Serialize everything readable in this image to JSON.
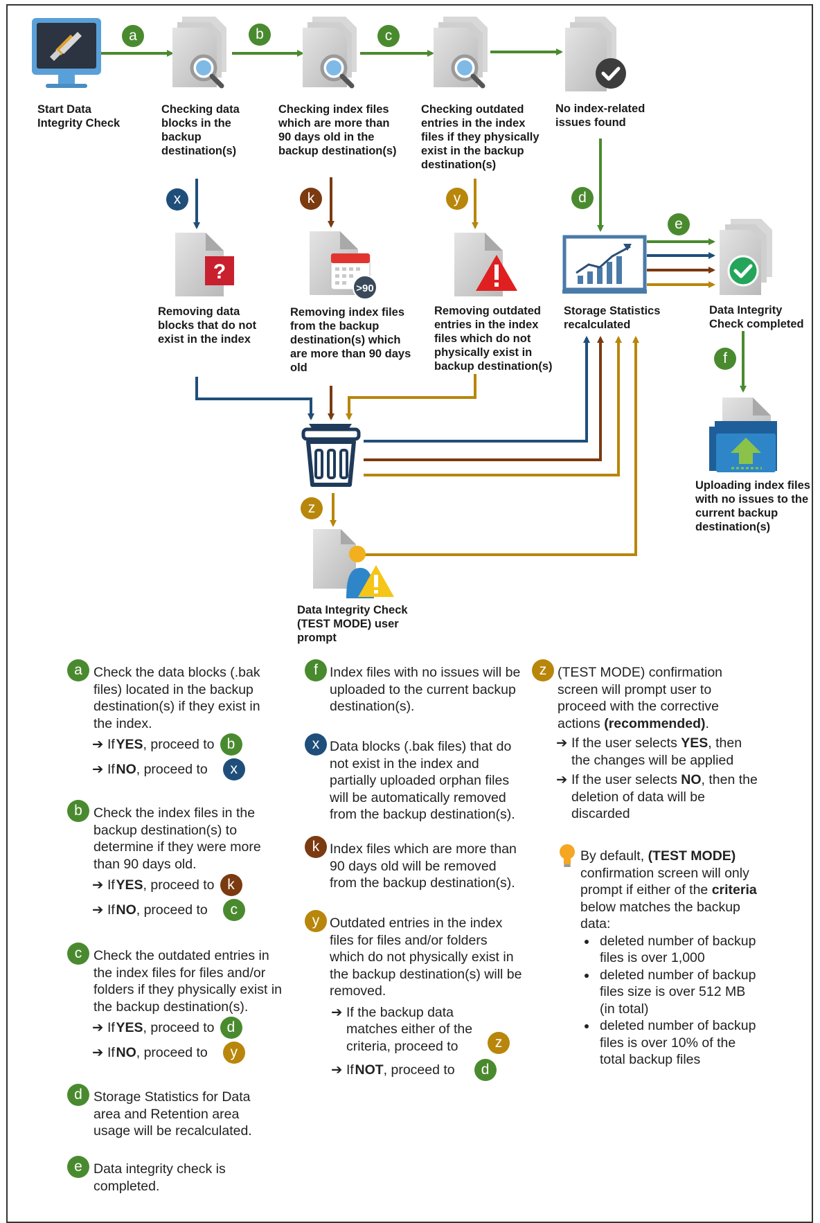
{
  "colors": {
    "green": "#4a8a2f",
    "blue": "#1f4e7a",
    "brown": "#7b3a10",
    "gold": "#b8860b"
  },
  "flow": {
    "steps": {
      "start": "Start Data Integrity Check",
      "check_blocks": "Checking data blocks in the backup destination(s)",
      "check_index_old": "Checking index files which are more than 90 days old in the backup destination(s)",
      "check_outdated": "Checking outdated entries in the index files if they physically exist in the backup destination(s)",
      "no_issues": "No index-related issues found",
      "remove_blocks": "Removing data blocks that do not exist in the index",
      "remove_index_old": "Removing index files from the backup destination(s) which are more than 90 days old",
      "remove_outdated": "Removing outdated entries in the index files which do not physically exist in backup destination(s)",
      "storage_stats": "Storage Statistics recalculated",
      "completed": "Data Integrity Check completed",
      "upload": "Uploading index files with no issues to the current backup destination(s)",
      "test_prompt": "Data Integrity Check (TEST MODE) user prompt"
    },
    "badges": {
      "a": "a",
      "b": "b",
      "c": "c",
      "d": "d",
      "e": "e",
      "f": "f",
      "x": "x",
      "k": "k",
      "y": "y",
      "z": "z"
    },
    "icon_90_text": ">90"
  },
  "notes": {
    "a": {
      "text": "Check the data blocks (.bak files) located in the backup destination(s) if they exist in the index.",
      "yes_pre": "If ",
      "yes_word": "YES",
      "yes_post": ", proceed to",
      "yes_target": "b",
      "no_pre": "If ",
      "no_word": "NO",
      "no_post": ", proceed to",
      "no_target": "x"
    },
    "b": {
      "text": "Check the index files in the backup destination(s) to determine if they were more than 90 days old.",
      "yes_pre": "If ",
      "yes_word": "YES",
      "yes_post": ", proceed to",
      "yes_target": "k",
      "no_pre": "If ",
      "no_word": "NO",
      "no_post": ", proceed to",
      "no_target": "c"
    },
    "c": {
      "text": "Check the outdated entries in the index files for files and/or folders if they physically exist in the backup destination(s).",
      "yes_pre": "If ",
      "yes_word": "YES",
      "yes_post": ", proceed to",
      "yes_target": "d",
      "no_pre": "If ",
      "no_word": "NO",
      "no_post": ", proceed to",
      "no_target": "y"
    },
    "d": {
      "text": "Storage Statistics for Data area and Retention area usage will be recalculated."
    },
    "e": {
      "text": "Data integrity check is completed."
    },
    "f": {
      "text": "Index files with no issues will be uploaded to the current backup destination(s)."
    },
    "x": {
      "text": "Data blocks (.bak files) that do not exist in the index and partially uploaded orphan files will be automatically removed from the backup destination(s)."
    },
    "k": {
      "text": "Index files which are more than 90 days old will be removed from the backup destination(s)."
    },
    "y": {
      "text": "Outdated entries in the index files for files and/or folders which do not physically exist in the backup destination(s) will be removed.",
      "match": "If the backup data matches either of the criteria, proceed to",
      "match_target": "z",
      "not_pre": "If ",
      "not_word": "NOT",
      "not_post": ", proceed to",
      "not_target": "d"
    },
    "z": {
      "text": "(TEST MODE) confirmation screen will prompt user to proceed with the corrective actions ",
      "text_bold": "(recommended)",
      "text_end": ".",
      "yes_pre": "If the user selects ",
      "yes_word": "YES",
      "yes_post": ", then the changes will be applied",
      "no_pre": "If the user selects ",
      "no_word": "NO",
      "no_post": ", then the deletion of data will be discarded"
    },
    "tip": {
      "pre": "By default, ",
      "bold1": "(TEST MODE)",
      "mid": " confirmation screen will only prompt if either of the ",
      "bold2": "criteria",
      "post": " below matches the backup data:",
      "items": [
        "deleted number of backup files is over 1,000",
        "deleted number of backup files size is over 512 MB (in total)",
        "deleted number of backup files is over 10% of the total backup files"
      ]
    }
  }
}
